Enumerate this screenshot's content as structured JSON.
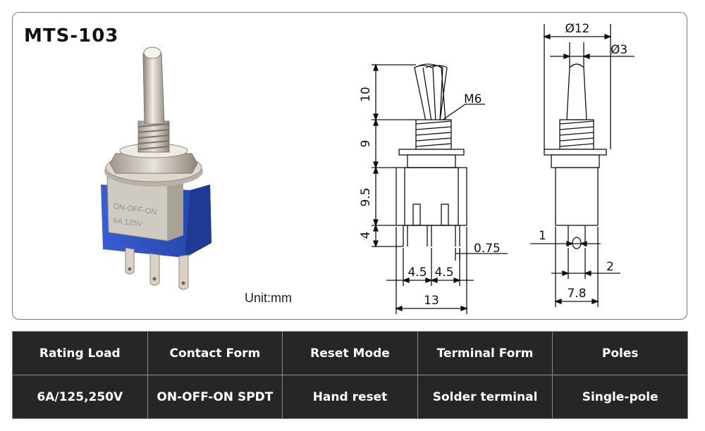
{
  "title": "MTS-103",
  "unit_label": "Unit:mm",
  "colors": {
    "dark_fill": "#262626",
    "switch_body": "#2f52c0",
    "metal": "#c9c2b6"
  },
  "drawing": {
    "thread_label": "M6",
    "front_dims": [
      "10",
      "9",
      "9.5",
      "4",
      "0.75",
      "4.5",
      "4.5",
      "13"
    ],
    "side_dims": [
      "Ø12",
      "Ø3",
      "1",
      "2",
      "7.8"
    ]
  },
  "photo_marking": [
    "ON-OFF-ON",
    "6A 125V"
  ],
  "spec_table": {
    "headers": [
      "Rating Load",
      "Contact Form",
      "Reset Mode",
      "Terminal Form",
      "Poles"
    ],
    "values": [
      "6A/125,250V",
      "ON-OFF-ON SPDT",
      "Hand reset",
      "Solder terminal",
      "Single-pole"
    ]
  }
}
